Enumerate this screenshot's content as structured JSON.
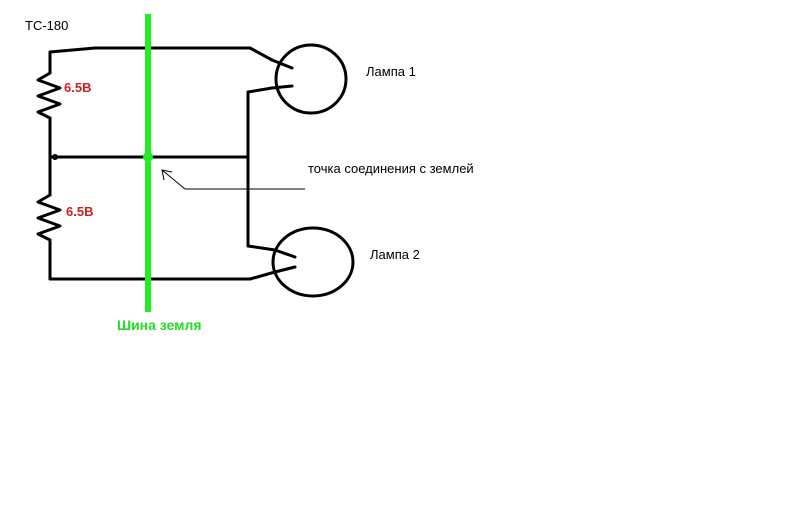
{
  "diagram": {
    "labels": {
      "transformer": "ТС-180",
      "resistor_top_voltage": "6.5В",
      "resistor_bottom_voltage": "6.5В",
      "lamp_1": "Лампа 1",
      "lamp_2": "Лампа 2",
      "ground_point": "точка соединения с землей",
      "ground_bus": "Шина земля"
    },
    "colors": {
      "wire": "#000000",
      "voltage_text": "#cc1f1f",
      "ground_bus": "#22ee22",
      "ground_bus_text": "#22dd22",
      "background": "#ffffff"
    }
  }
}
